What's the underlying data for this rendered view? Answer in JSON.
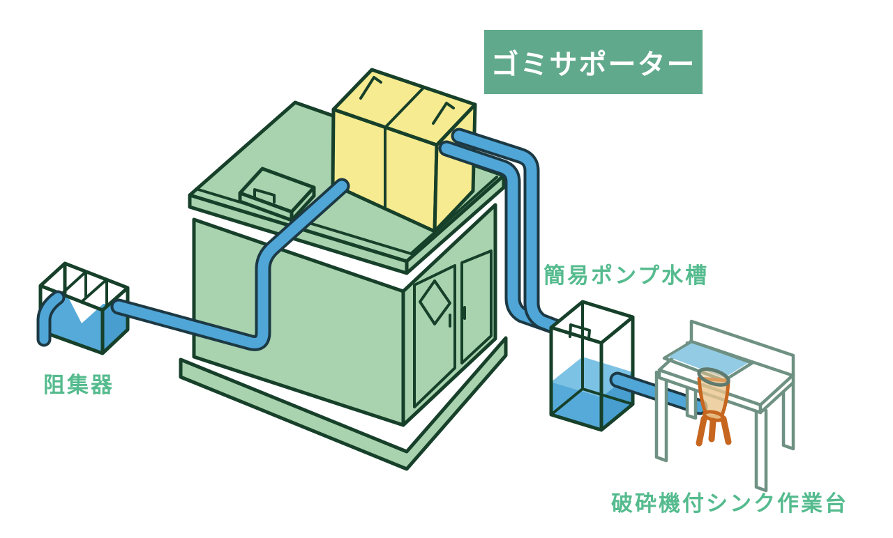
{
  "title": {
    "text": "ゴミサポーター"
  },
  "labels": {
    "interceptor": "阻集器",
    "pump_tank": "簡易ポンプ水槽",
    "sink_worktable": "破砕機付シンク作業台"
  },
  "colors": {
    "page-bg": "#ffffff",
    "title-bg": "#61a98c",
    "title-text": "#ffffff",
    "label-text": "#55bb8e",
    "outline-dark": "#17402a",
    "unit-green": "#a8d3ae",
    "hopper-yellow": "#f6eb90",
    "pipe-blue": "#4fa6d7",
    "pipe-outline": "#1c3944",
    "water-blue": "#55aad9",
    "water-blue-dark": "#479ecf",
    "water-top": "#7cc2e4",
    "sink-outline": "#6f9183",
    "sink-water": "#92cbe3",
    "crusher-orange": "#c6661f",
    "crusher-tan": "#eac58e"
  }
}
